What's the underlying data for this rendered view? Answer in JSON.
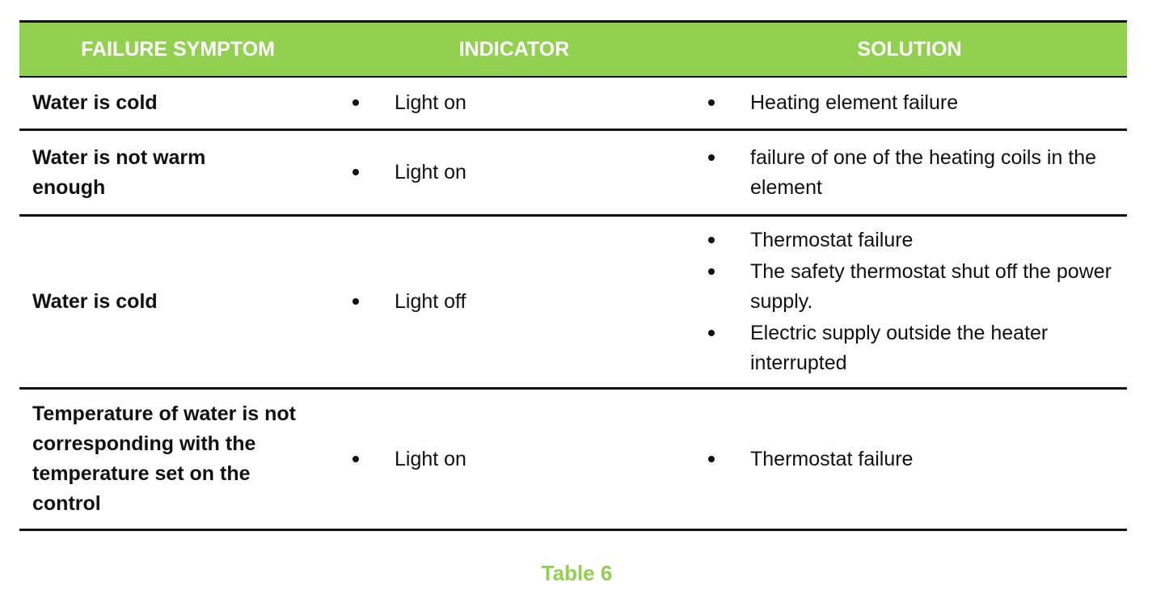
{
  "table": {
    "headers": {
      "symptom": "FAILURE SYMPTOM",
      "indicator": "INDICATOR",
      "solution": "SOLUTION"
    },
    "rows": [
      {
        "symptom": "Water is cold",
        "indicator": "Light on",
        "solutions": [
          "Heating element failure"
        ]
      },
      {
        "symptom": "Water is not warm enough",
        "indicator": "Light on",
        "solutions": [
          "failure of one of the heating coils in the element"
        ]
      },
      {
        "symptom": "Water is cold",
        "indicator": "Light off",
        "solutions": [
          "Thermostat failure",
          "The safety thermostat shut off the power supply.",
          "Electric supply outside the heater interrupted"
        ]
      },
      {
        "symptom": "Temperature of water is not corresponding with the temperature set on the control",
        "indicator": "Light on",
        "solutions": [
          "Thermostat failure"
        ]
      }
    ]
  },
  "caption": "Table 6",
  "colors": {
    "header_bg": "#92d050",
    "header_text": "#ffffff",
    "caption": "#92d050",
    "rule": "#111111"
  }
}
